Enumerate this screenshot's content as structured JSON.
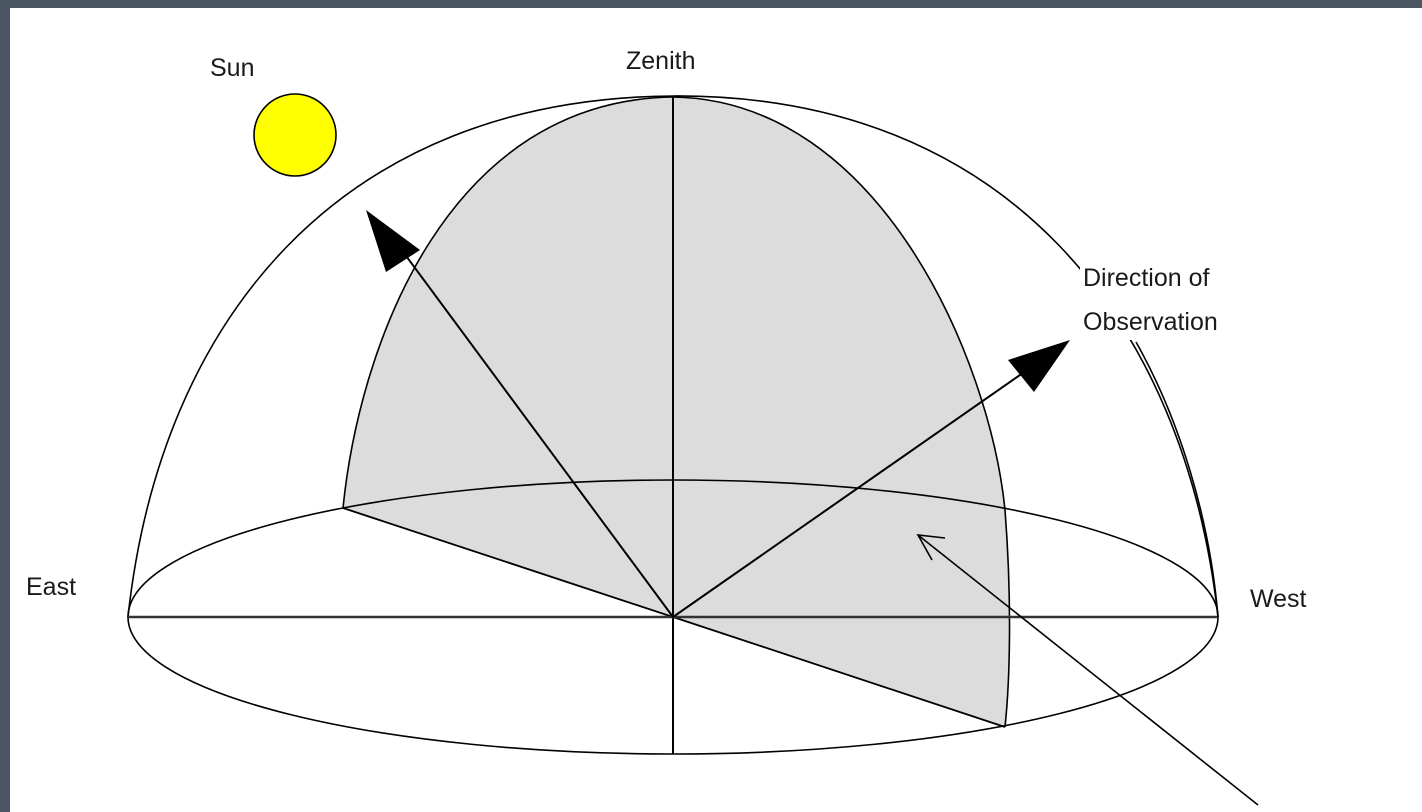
{
  "labels": {
    "sun": "Sun",
    "zenith": "Zenith",
    "direction_line1": "Direction of",
    "direction_line2": "Observation",
    "east": "East",
    "west": "West"
  },
  "colors": {
    "frame": "#4a5762",
    "sun_fill": "#ffff00",
    "plane_fill": "#dcdcdc",
    "line": "#000000"
  }
}
